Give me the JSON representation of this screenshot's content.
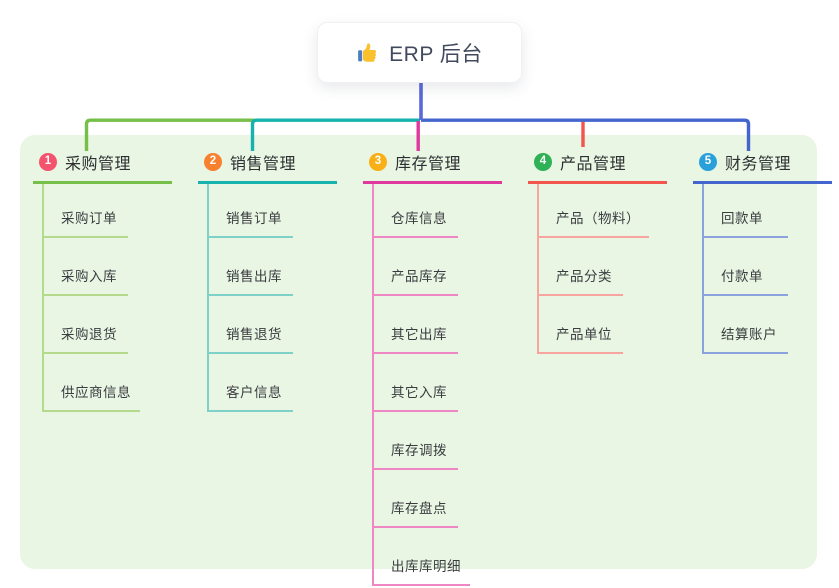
{
  "root": {
    "icon": "thumbs-up",
    "title": "ERP 后台"
  },
  "colors": {
    "panel_background": "#e9f6e4",
    "root_connector": "#5a68d8"
  },
  "branches": [
    {
      "index": "1",
      "label": "采购管理",
      "badge_color": "#f4526d",
      "line_color": "#76bf48",
      "child_line_color": "#b4da8e",
      "children": [
        "采购订单",
        "采购入库",
        "采购退货",
        "供应商信息"
      ]
    },
    {
      "index": "2",
      "label": "销售管理",
      "badge_color": "#f8812f",
      "line_color": "#16b3ae",
      "child_line_color": "#7ed1c9",
      "children": [
        "销售订单",
        "销售出库",
        "销售退货",
        "客户信息"
      ]
    },
    {
      "index": "3",
      "label": "库存管理",
      "badge_color": "#f9b017",
      "line_color": "#df399e",
      "child_line_color": "#ee87c4",
      "children": [
        "仓库信息",
        "产品库存",
        "其它出库",
        "其它入库",
        "库存调拨",
        "库存盘点",
        "出库库明细"
      ]
    },
    {
      "index": "4",
      "label": "产品管理",
      "badge_color": "#2fb156",
      "line_color": "#f2544e",
      "child_line_color": "#f8a59f",
      "children": [
        "产品（物料）",
        "产品分类",
        "产品单位"
      ]
    },
    {
      "index": "5",
      "label": "财务管理",
      "badge_color": "#2aa0da",
      "line_color": "#4465cd",
      "child_line_color": "#8ca2de",
      "children": [
        "回款单",
        "付款单",
        "结算账户"
      ]
    }
  ]
}
